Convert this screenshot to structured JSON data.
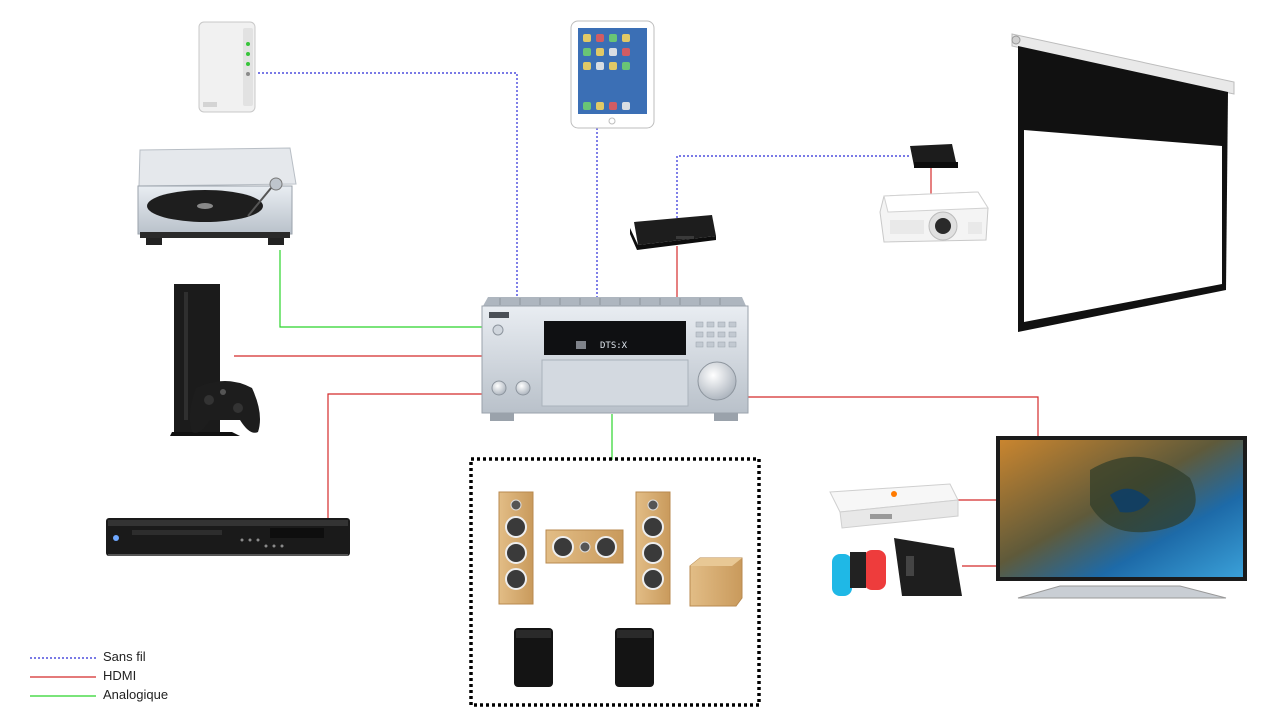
{
  "legend": {
    "items": [
      {
        "label": "Sans fil",
        "color": "#2b2bd8",
        "style": "dotted"
      },
      {
        "label": "HDMI",
        "color": "#d42b2b",
        "style": "solid"
      },
      {
        "label": "Analogique",
        "color": "#2bd42b",
        "style": "solid"
      }
    ]
  },
  "receiver": {
    "display_text": "DTS:X"
  },
  "colors": {
    "wireless": "#2b2bd8",
    "hdmi": "#d42b2b",
    "analog": "#2bd42b"
  }
}
